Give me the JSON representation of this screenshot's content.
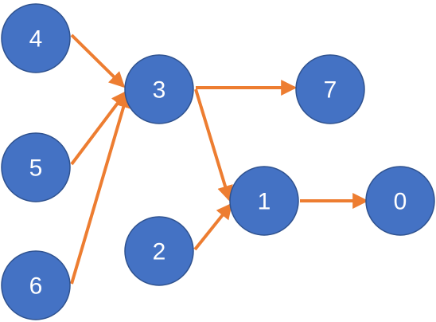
{
  "colors": {
    "node_fill": "#4472C4",
    "node_stroke": "#2F528F",
    "edge": "#ED7D31"
  },
  "nodes": [
    {
      "id": "4",
      "label": "4"
    },
    {
      "id": "5",
      "label": "5"
    },
    {
      "id": "6",
      "label": "6"
    },
    {
      "id": "3",
      "label": "3"
    },
    {
      "id": "7",
      "label": "7"
    },
    {
      "id": "2",
      "label": "2"
    },
    {
      "id": "1",
      "label": "1"
    },
    {
      "id": "0",
      "label": "0"
    }
  ],
  "edges": [
    {
      "from": "4",
      "to": "3"
    },
    {
      "from": "5",
      "to": "3"
    },
    {
      "from": "6",
      "to": "3"
    },
    {
      "from": "3",
      "to": "7"
    },
    {
      "from": "3",
      "to": "1"
    },
    {
      "from": "2",
      "to": "1"
    },
    {
      "from": "1",
      "to": "0"
    }
  ]
}
